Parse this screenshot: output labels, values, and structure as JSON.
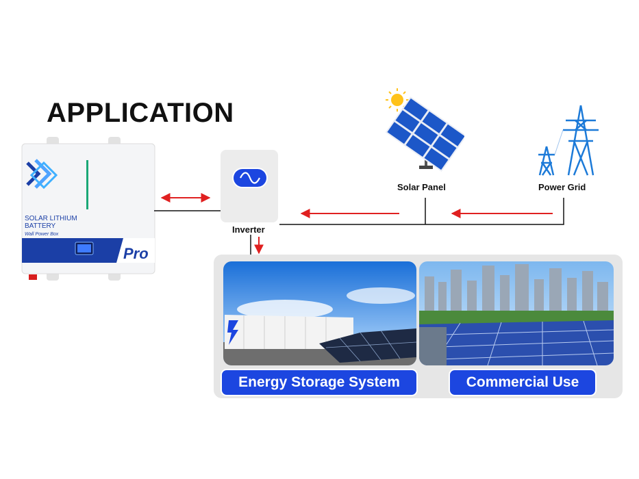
{
  "title": "APPLICATION",
  "battery": {
    "line1": "SOLAR LITHIUM",
    "line2": "BATTERY",
    "line3": "Wall Power Box",
    "badge": "Pro"
  },
  "labels": {
    "inverter": "Inverter",
    "solar_panel": "Solar Panel",
    "power_grid": "Power Grid"
  },
  "applications": [
    {
      "label": "Energy Storage System"
    },
    {
      "label": "Commercial Use"
    }
  ],
  "colors": {
    "accent_blue": "#1c46e0",
    "arrow_red": "#e02020",
    "battery_blue": "#1b3fa6",
    "battery_green": "#1aa876"
  }
}
